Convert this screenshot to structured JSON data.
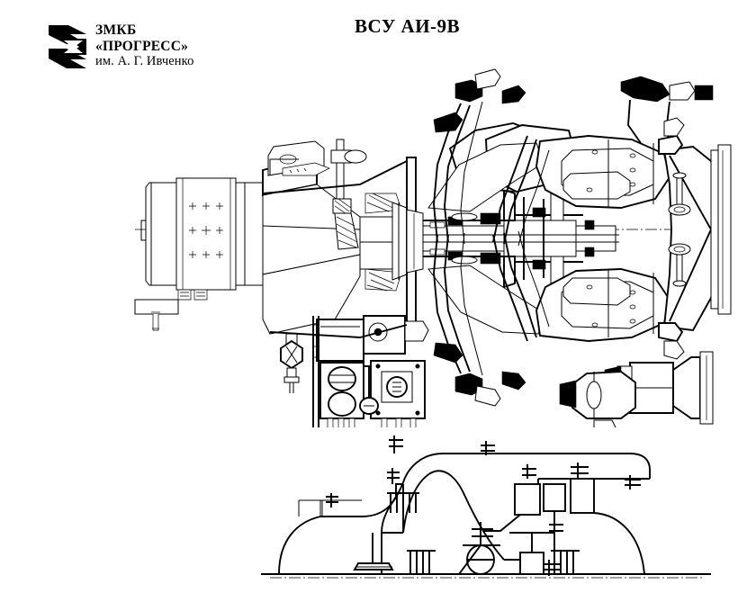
{
  "document": {
    "title": "ВСУ АИ-9В",
    "kind": "technical-cutaway-drawing",
    "background_color": "#ffffff",
    "line_color": "#000000"
  },
  "brand": {
    "logo_icon": "progress-chevron-logo",
    "line1": "ЗМКБ",
    "line2": "«ПРОГРЕСС»",
    "line3": "им. А. Г. Ивченко"
  },
  "views": {
    "main": {
      "name": "longitudinal-cutaway-side-view",
      "caption": "",
      "sections": [
        {
          "id": "gearbox",
          "label": "accessory-gearbox-housing"
        },
        {
          "id": "generator",
          "label": "starter-generator-cylinder"
        },
        {
          "id": "compressor",
          "label": "centrifugal-compressor"
        },
        {
          "id": "combustor",
          "label": "annular-combustion-chamber"
        },
        {
          "id": "turbine",
          "label": "turbine-rotor-shaft-assembly"
        },
        {
          "id": "exhaust",
          "label": "exhaust-cone-nozzle"
        },
        {
          "id": "fuel-unit",
          "label": "fuel-pump-regulator-unit"
        },
        {
          "id": "piping",
          "label": "external-fuel-and-air-piping"
        },
        {
          "id": "mount-frame",
          "label": "upper-mounting-frame"
        },
        {
          "id": "air-outlet",
          "label": "bleed-air-outlet-flange"
        }
      ]
    },
    "bottom": {
      "name": "schematic-outline-bottom-view",
      "caption": "",
      "sections": [
        {
          "id": "left-dome",
          "label": "left-housing-dome-outline"
        },
        {
          "id": "centre-stack",
          "label": "central-accessory-stack"
        },
        {
          "id": "right-dome",
          "label": "right-housing-dome-outline"
        },
        {
          "id": "base-line",
          "label": "mounting-base-reference-line"
        }
      ]
    }
  }
}
